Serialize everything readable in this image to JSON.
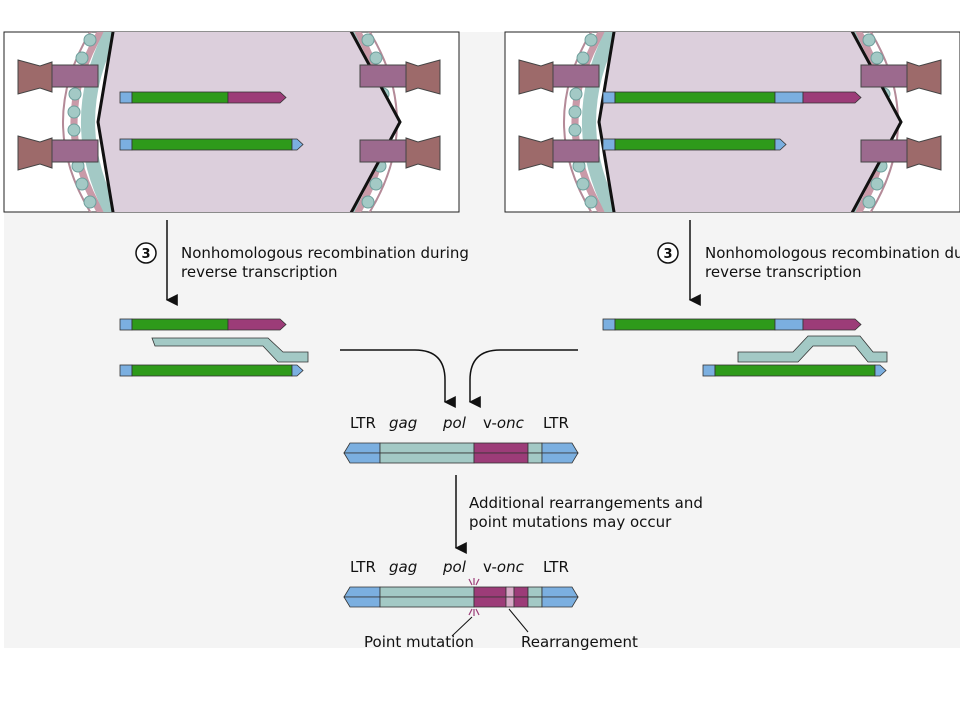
{
  "steps": [
    {
      "number": "3",
      "caption_line1": "Nonhomologous recombination during",
      "caption_line2": "reverse transcription"
    },
    {
      "number": "3",
      "caption_line1": "Nonhomologous recombination during",
      "caption_line2": "reverse transcription"
    }
  ],
  "provirus1": {
    "ltr_left": "LTR",
    "gag": "gag",
    "pol": "pol",
    "vonc_prefix": "v-",
    "vonc_italic": "onc",
    "ltr_right": "LTR"
  },
  "additional": {
    "line1": "Additional rearrangements and",
    "line2": "point mutations may occur"
  },
  "provirus2": {
    "ltr_left": "LTR",
    "gag": "gag",
    "pol": "pol",
    "vonc_prefix": "v-",
    "vonc_italic": "onc",
    "ltr_right": "LTR"
  },
  "annotations": {
    "point_mutation": "Point mutation",
    "rearrangement": "Rearrangement"
  },
  "colors": {
    "background": "#f4f4f4",
    "virion_interior": "#dccfdc",
    "green": "#2e9a1a",
    "blue": "#7bafe0",
    "magenta": "#9c3c78",
    "teal": "#a3c9c5",
    "teal_dark": "#6e9f9c",
    "envelope_pink": "#c99aa8",
    "spike_brown": "#9d6a6a",
    "spike_purple": "#9c6a8e"
  }
}
